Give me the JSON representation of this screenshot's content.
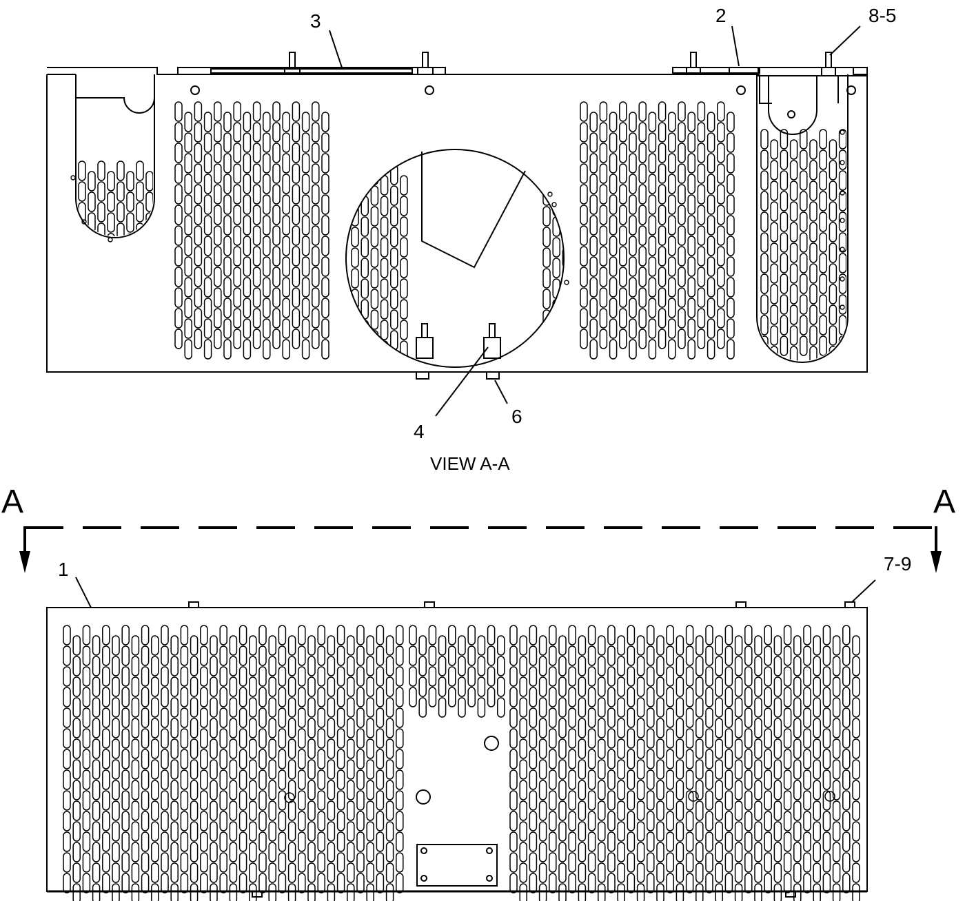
{
  "callouts": {
    "c1": "1",
    "c2": "2",
    "c3": "3",
    "c4": "4",
    "c6": "6",
    "c7_9": "7-9",
    "c8_5": "8-5"
  },
  "view_title": "VIEW A-A",
  "section_letter_left": "A",
  "section_letter_right": "A",
  "colors": {
    "line": "#000000",
    "background": "#ffffff"
  }
}
